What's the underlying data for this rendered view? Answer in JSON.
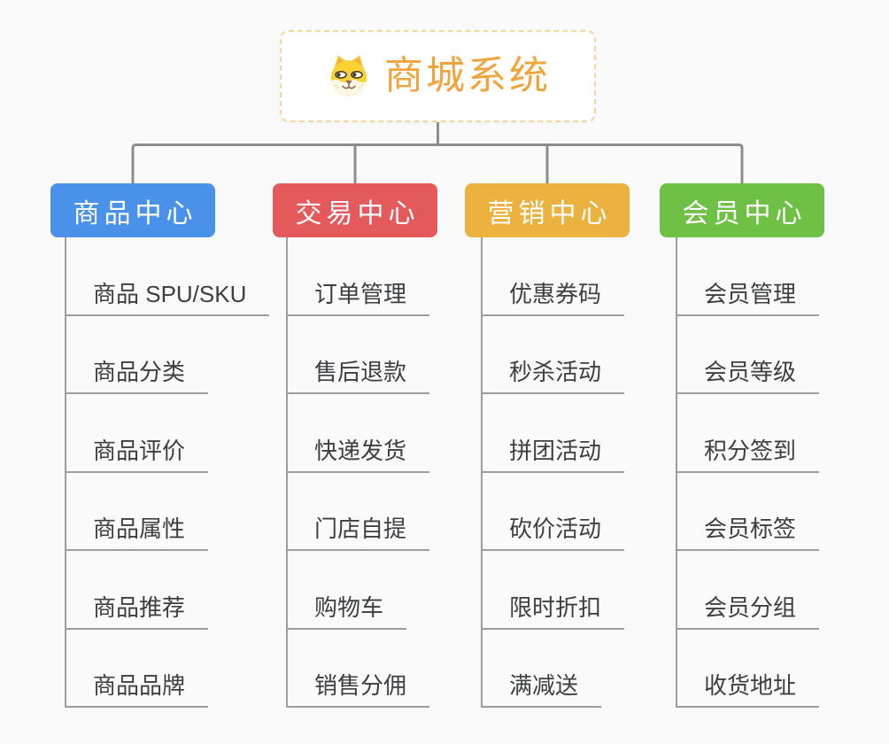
{
  "root": {
    "title": "商城系统",
    "icon": "doge-icon"
  },
  "branches": [
    {
      "label": "商品中心",
      "color": "#4a91e9",
      "items": [
        "商品 SPU/SKU",
        "商品分类",
        "商品评价",
        "商品属性",
        "商品推荐",
        "商品品牌"
      ]
    },
    {
      "label": "交易中心",
      "color": "#e4595b",
      "items": [
        "订单管理",
        "售后退款",
        "快递发货",
        "门店自提",
        "购物车",
        "销售分佣"
      ]
    },
    {
      "label": "营销中心",
      "color": "#ecb23f",
      "items": [
        "优惠券码",
        "秒杀活动",
        "拼团活动",
        "砍价活动",
        "限时折扣",
        "满减送"
      ]
    },
    {
      "label": "会员中心",
      "color": "#6ec144",
      "items": [
        "会员管理",
        "会员等级",
        "积分签到",
        "会员标签",
        "会员分组",
        "收货地址"
      ]
    }
  ],
  "colors": {
    "background": "#fafafa",
    "connector": "#8d8d8d",
    "leaf_line": "#9e9e9e",
    "leaf_text": "#3c4043",
    "root_accent": "#f0a43c",
    "root_border": "#f6d89f"
  }
}
